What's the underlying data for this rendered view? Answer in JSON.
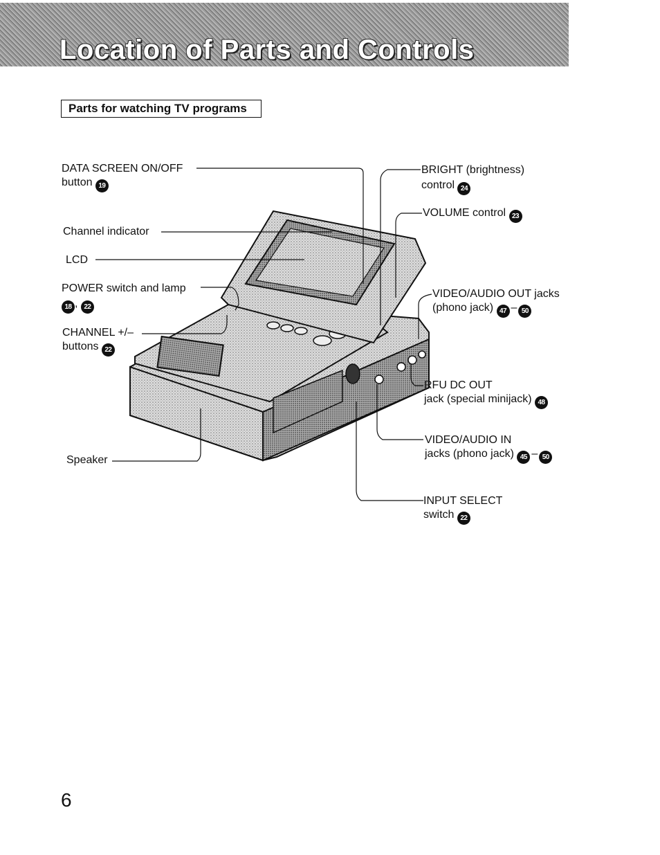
{
  "header": {
    "title": "Location of Parts and Controls"
  },
  "section": {
    "title": "Parts for watching TV programs"
  },
  "callouts": {
    "data_screen": {
      "line1": "DATA SCREEN ON/OFF",
      "line2": "button",
      "ref": "19"
    },
    "channel_indicator": {
      "text": "Channel indicator"
    },
    "lcd": {
      "text": "LCD"
    },
    "power": {
      "line1": "POWER switch and lamp",
      "ref1": "18",
      "sep": ",",
      "ref2": "22"
    },
    "channel_buttons": {
      "line1": "CHANNEL +/–",
      "line2": "buttons",
      "ref": "22"
    },
    "speaker": {
      "text": "Speaker"
    },
    "bright": {
      "line1": "BRIGHT (brightness)",
      "line2": "control",
      "ref": "24"
    },
    "volume": {
      "line1": "VOLUME control",
      "ref": "23"
    },
    "va_out": {
      "line1": "VIDEO/AUDIO OUT jacks",
      "line2": "(phono jack)",
      "ref1": "47",
      "ref2": "50"
    },
    "rfu": {
      "line1": "RFU DC OUT",
      "line2": "jack (special minijack)",
      "ref": "48"
    },
    "va_in": {
      "line1": "VIDEO/AUDIO IN",
      "line2": "jacks (phono jack)",
      "ref1": "45",
      "ref2": "50"
    },
    "input_select": {
      "line1": "INPUT SELECT",
      "line2": "switch",
      "ref": "22"
    }
  },
  "page": {
    "number": "6"
  }
}
